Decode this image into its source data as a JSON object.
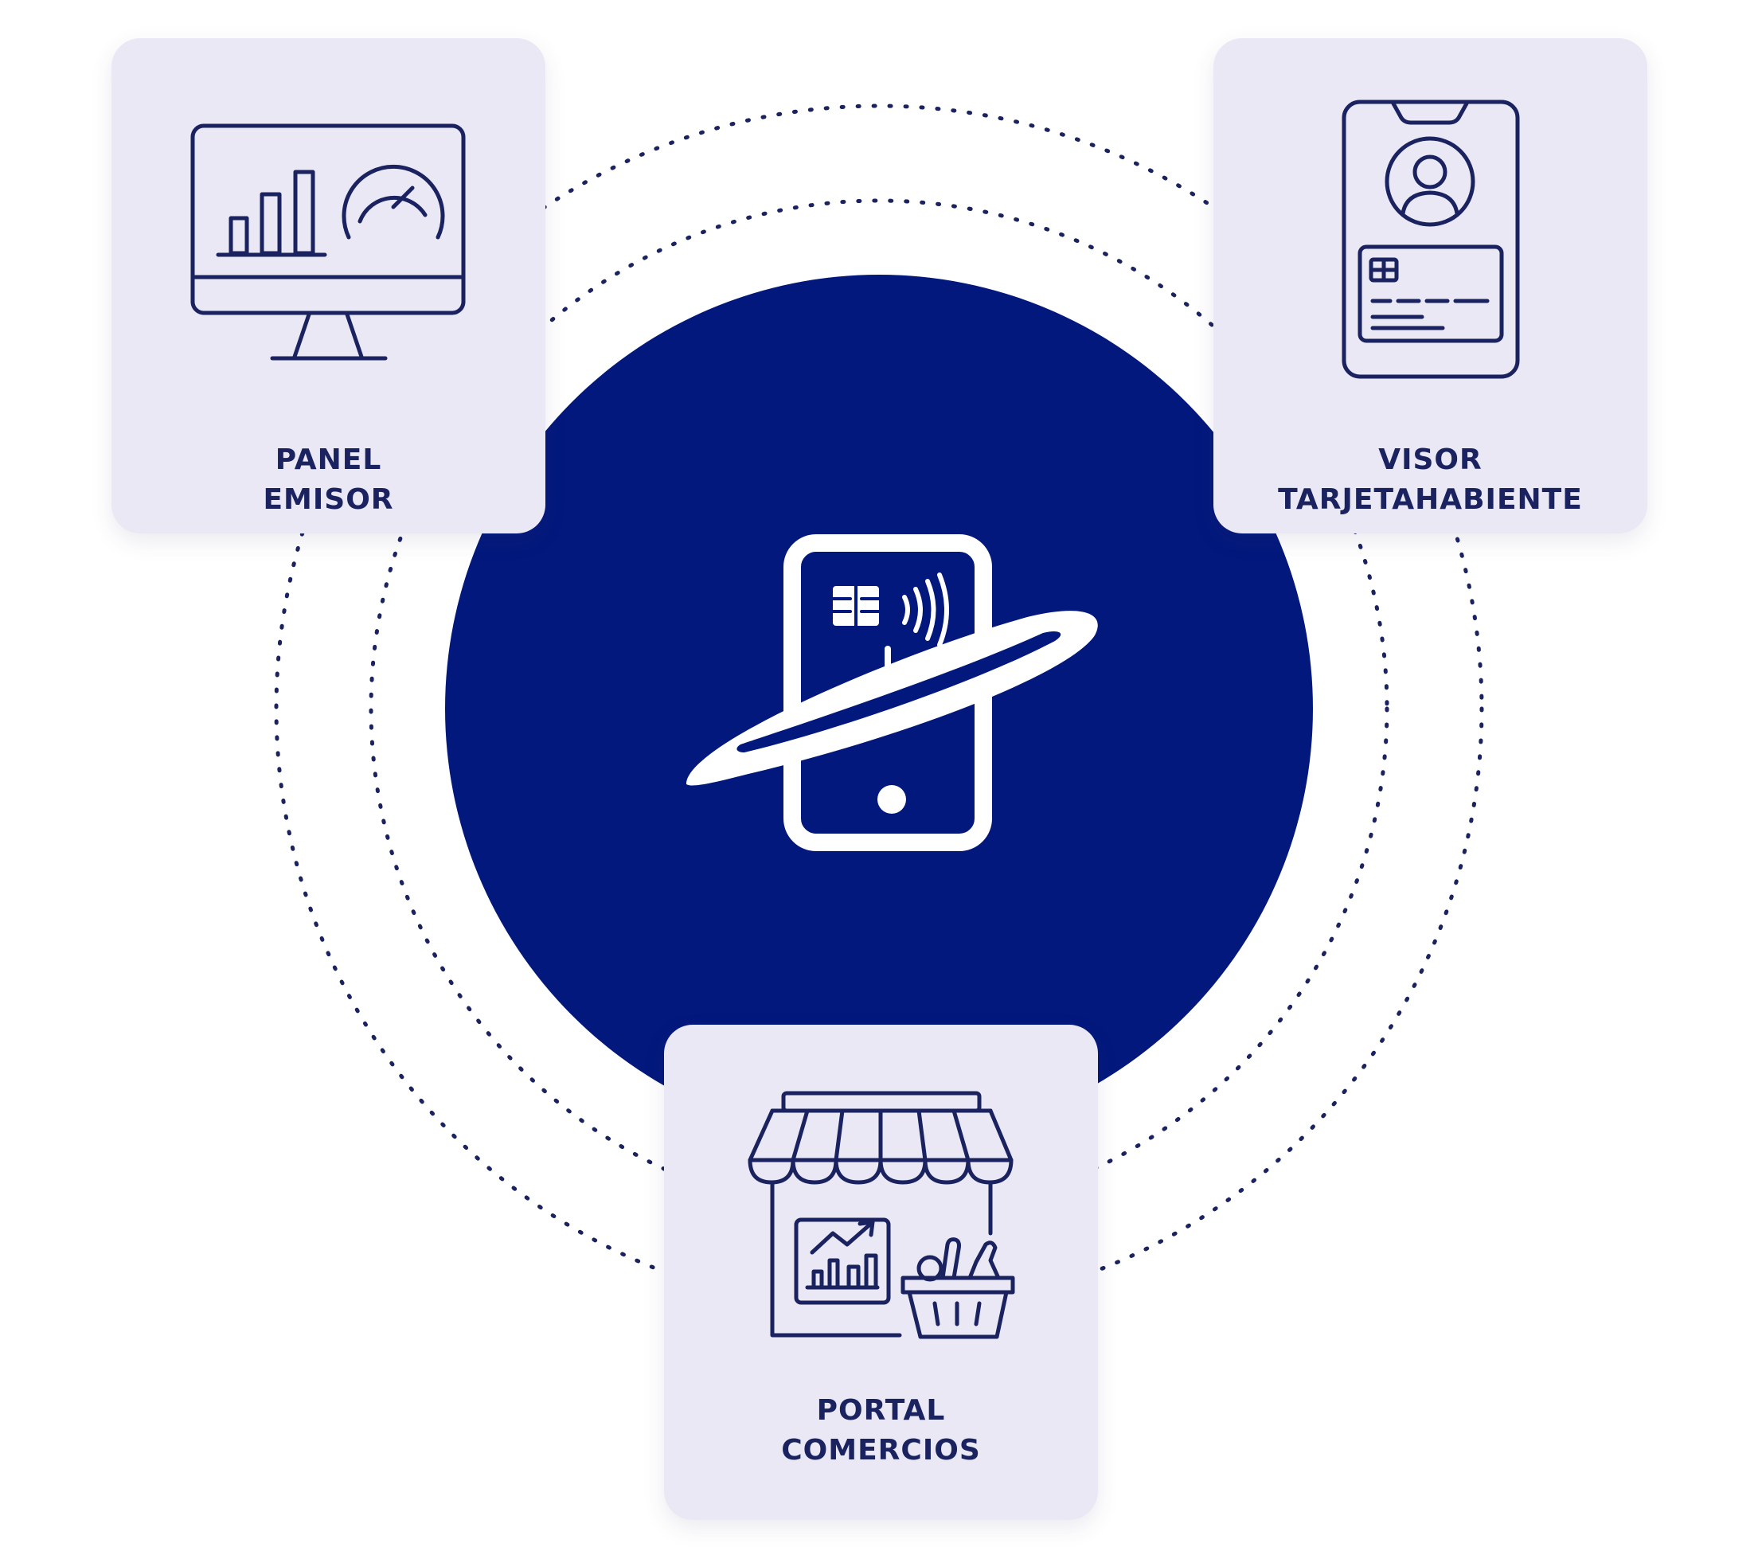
{
  "colors": {
    "navy": "#03187c",
    "icon_stroke": "#1a2260",
    "card_bg": "#e9e8f4",
    "ring_dots": "#1a2260",
    "background": "#ffffff"
  },
  "center": {
    "icon": "mobile-card-orbit-icon"
  },
  "cards": {
    "panel_emisor": {
      "icon": "monitor-dashboard-icon",
      "line1": "PANEL",
      "line2": "EMISOR"
    },
    "visor_tarjetahabiente": {
      "icon": "phone-user-card-icon",
      "line1": "VISOR",
      "line2": "TARJETAHABIENTE"
    },
    "portal_comercios": {
      "icon": "storefront-basket-icon",
      "line1": "PORTAL",
      "line2": "COMERCIOS"
    }
  }
}
